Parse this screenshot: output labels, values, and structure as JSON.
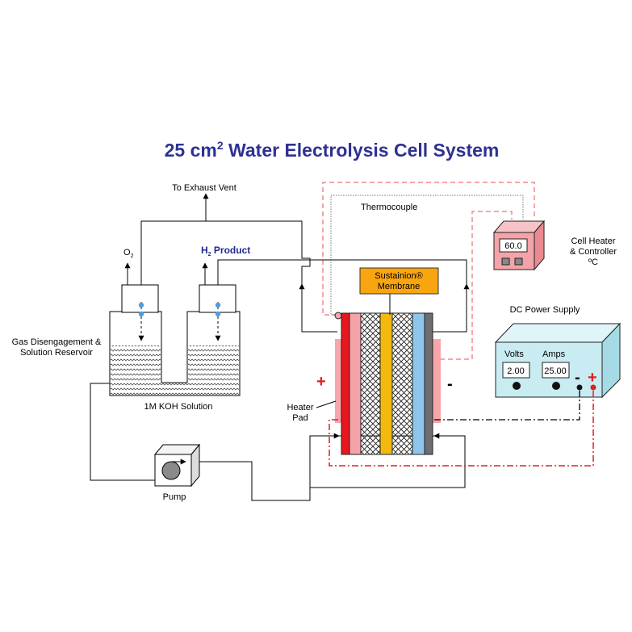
{
  "title": {
    "main": "25 cm",
    "sup": "2",
    "rest": " Water Electrolysis Cell System"
  },
  "labels": {
    "exhaust": "To Exhaust Vent",
    "o2": {
      "main": "O",
      "sub": "2"
    },
    "h2": {
      "main": "H",
      "sub": "2",
      "rest": " Product"
    },
    "thermocouple": "Thermocouple",
    "cell_heater": [
      "Cell Heater",
      "& Controller",
      "ºC"
    ],
    "gas_disengagement": [
      "Gas Disengagement &",
      "Solution Reservoir"
    ],
    "solution": "1M KOH Solution",
    "heater_pad": [
      "Heater",
      "Pad"
    ],
    "pump": "Pump",
    "membrane": [
      "Sustainion®",
      "Membrane"
    ],
    "dc_power_supply": "DC Power Supply",
    "volts_label": "Volts",
    "amps_label": "Amps",
    "plus": "+",
    "minus": "-"
  },
  "readouts": {
    "controller_temp": "60.0",
    "volts": "2.00",
    "amps": "25.00"
  },
  "colors": {
    "title": "#2e3192",
    "h2_label": "#1f2a8c",
    "anode_plate": "#e8171f",
    "pink_plate": "#f4a3a8",
    "heater_pad": "#f7a6ab",
    "membrane": "#f3b90d",
    "cathode_blue": "#8ec5ec",
    "cathode_plate": "#6d6e71",
    "power_supply": "#c9ecf2",
    "controller": "#f4a3a8",
    "bubble": "#4f9de0",
    "dashed_pink": "#f08a8f",
    "dashed_red": "#e0201f"
  }
}
